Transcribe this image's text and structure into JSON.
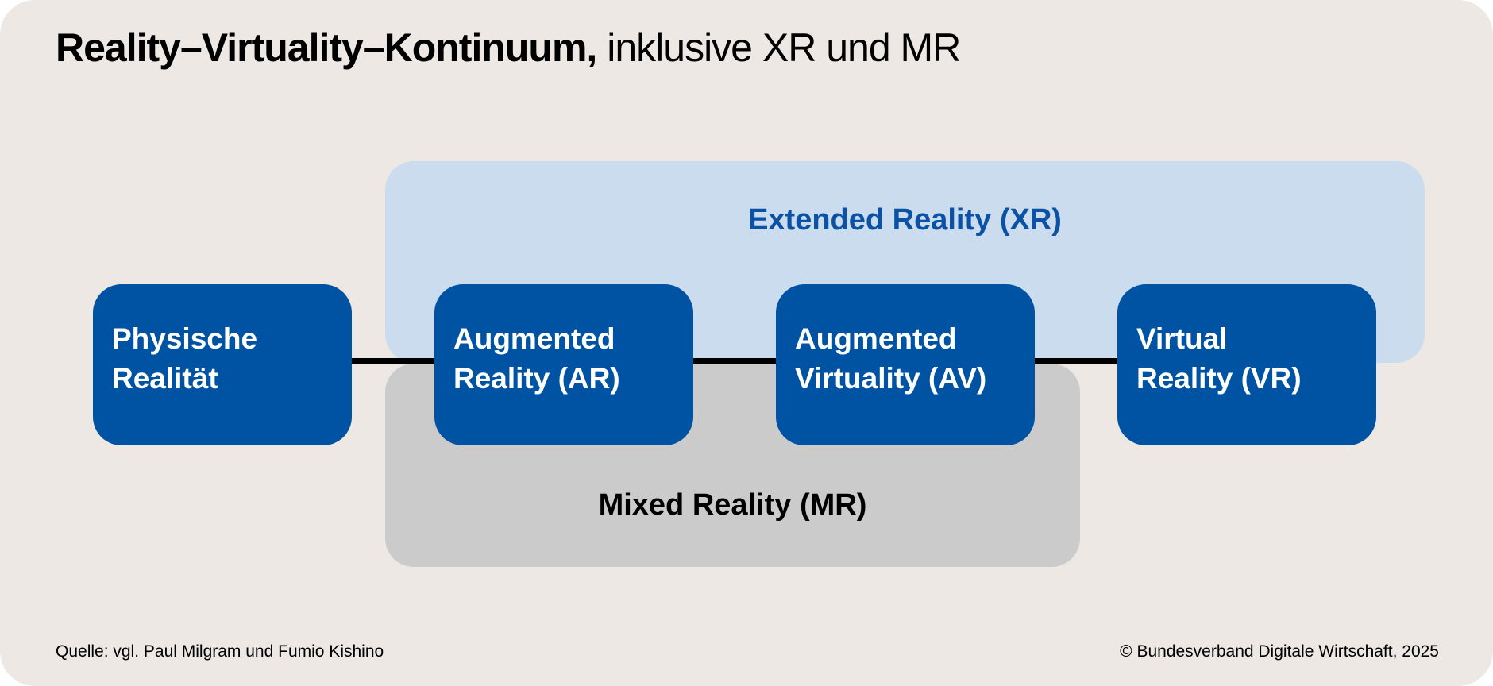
{
  "title": {
    "bold": "Reality–Virtuality–Kontinuum,",
    "light": "inklusive XR und MR"
  },
  "regions": {
    "xr_label": "Extended Reality (XR)",
    "mr_label": "Mixed Reality (MR)"
  },
  "stages": [
    {
      "line1": "Physische",
      "line2": "Realität"
    },
    {
      "line1": "Augmented",
      "line2": "Reality (AR)"
    },
    {
      "line1": "Augmented",
      "line2": "Virtuality (AV)"
    },
    {
      "line1": "Virtual",
      "line2": "Reality (VR)"
    }
  ],
  "footer": {
    "source": "Quelle: vgl. Paul Milgram und Fumio Kishino",
    "copyright": "© Bundesverband Digitale Wirtschaft, 2025"
  },
  "colors": {
    "background": "#ede8e4",
    "stage_blue": "#0052a3",
    "xr_region": "#cadced",
    "xr_text": "#0b52a4",
    "mr_region": "#cbcbcb"
  }
}
